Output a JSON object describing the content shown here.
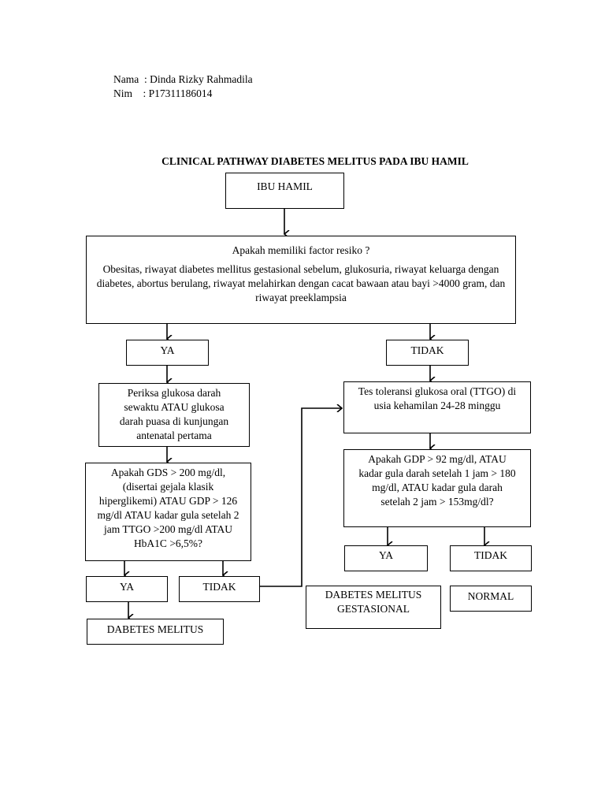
{
  "header": {
    "name_line": "Nama  : Dinda Rizky Rahmadila",
    "nim_line": "Nim    : P17311186014"
  },
  "title": "CLINICAL PATHWAY DIABETES MELITUS PADA IBU HAMIL",
  "nodes": {
    "ibu_hamil": "IBU HAMIL",
    "risk_question": "Apakah memiliki factor resiko ?",
    "risk_factors": "Obesitas, riwayat diabetes mellitus gestasional sebelum, glukosuria, riwayat keluarga dengan diabetes, abortus berulang, riwayat melahirkan dengan cacat bawaan atau bayi >4000 gram, dan riwayat preeklampsia",
    "ya_left": "YA",
    "tidak_right": "TIDAK",
    "check_glucose": "Periksa glukosa darah sewaktu ATAU glukosa darah puasa di kunjungan antenatal pertama",
    "ttgo_test": "Tes toleransi glukosa oral (TTGO) di usia kehamilan 24-28 minggu",
    "gds_question": "Apakah GDS > 200 mg/dl, (disertai gejala klasik hiperglikemi) ATAU GDP > 126 mg/dl ATAU kadar gula setelah 2 jam TTGO >200 mg/dl ATAU HbA1C >6,5%?",
    "gdp_question": "Apakah GDP > 92 mg/dl, ATAU kadar gula darah setelah 1 jam > 180 mg/dl, ATAU kadar gula darah setelah 2 jam > 153mg/dl?",
    "ya_bottom_left": "YA",
    "tidak_bottom_left": "TIDAK",
    "ya_bottom_right": "YA",
    "tidak_bottom_right": "TIDAK",
    "dm": "DABETES MELITUS",
    "dmg": "DABETES MELITUS GESTASIONAL",
    "normal": "NORMAL"
  }
}
